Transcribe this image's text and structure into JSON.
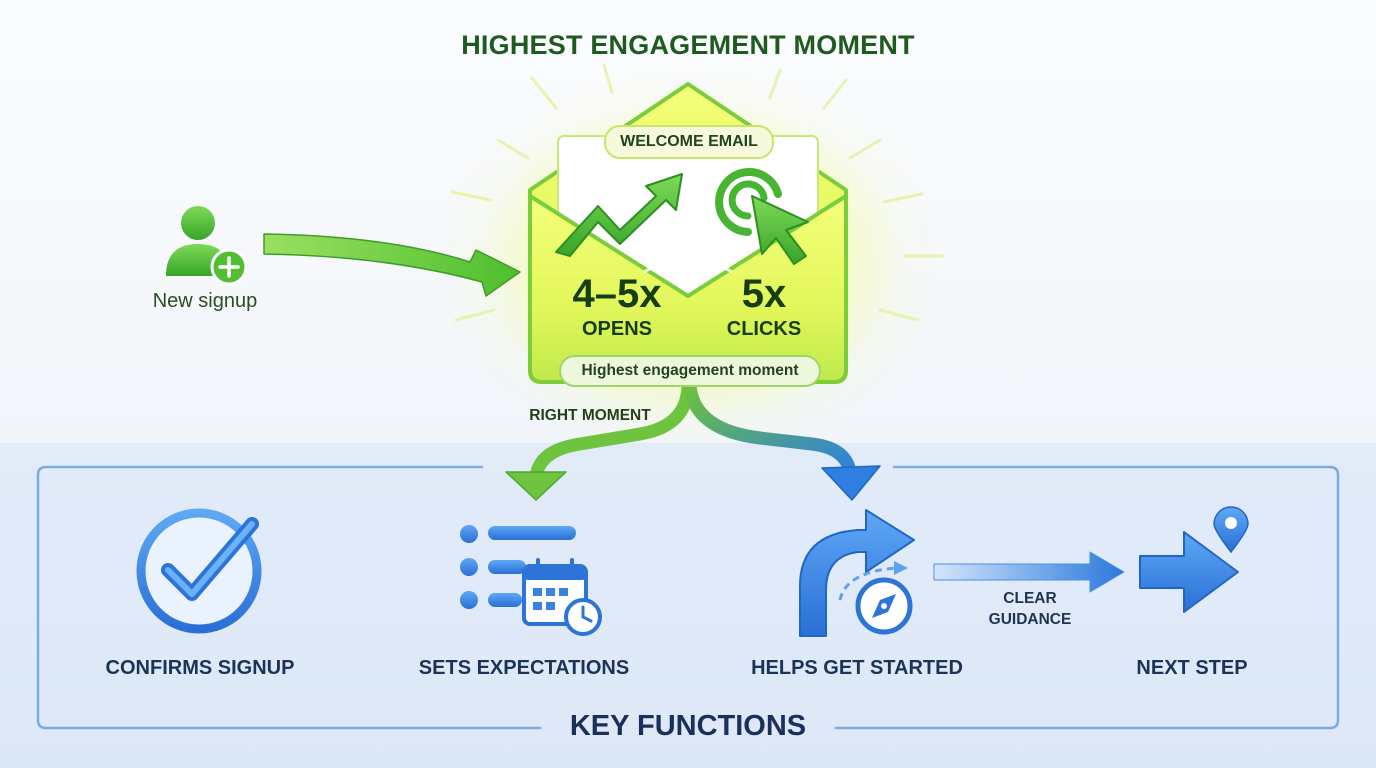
{
  "title": "HIGHEST ENGAGEMENT MOMENT",
  "new_signup": {
    "label": "New signup",
    "icon": "user-add-icon"
  },
  "email": {
    "top_label": "WELCOME EMAIL",
    "bottom_label": "Highest engagement moment",
    "opens": {
      "value": "4–5x",
      "label": "OPENS",
      "icon": "trend-up-arrow-icon"
    },
    "clicks": {
      "value": "5x",
      "label": "CLICKS",
      "icon": "click-cursor-icon"
    }
  },
  "connector_label": "RIGHT MOMENT",
  "functions": [
    {
      "label": "CONFIRMS SIGNUP",
      "icon": "check-circle-icon"
    },
    {
      "label": "SETS EXPECTATIONS",
      "icon": "checklist-calendar-icon"
    },
    {
      "label": "HELPS GET STARTED",
      "icon": "turn-arrow-compass-icon"
    },
    {
      "label": "NEXT STEP",
      "icon": "arrow-location-pin-icon"
    }
  ],
  "guidance": {
    "line1": "CLEAR",
    "line2": "GUIDANCE"
  },
  "footer_title": "KEY FUNCTIONS",
  "colors": {
    "title_green": "#1f5a1f",
    "accent_green": "#5cc43a",
    "accent_blue": "#2f7fe0",
    "glow_yellow": "#eaff5a",
    "navy_text": "#1a2f5c"
  }
}
